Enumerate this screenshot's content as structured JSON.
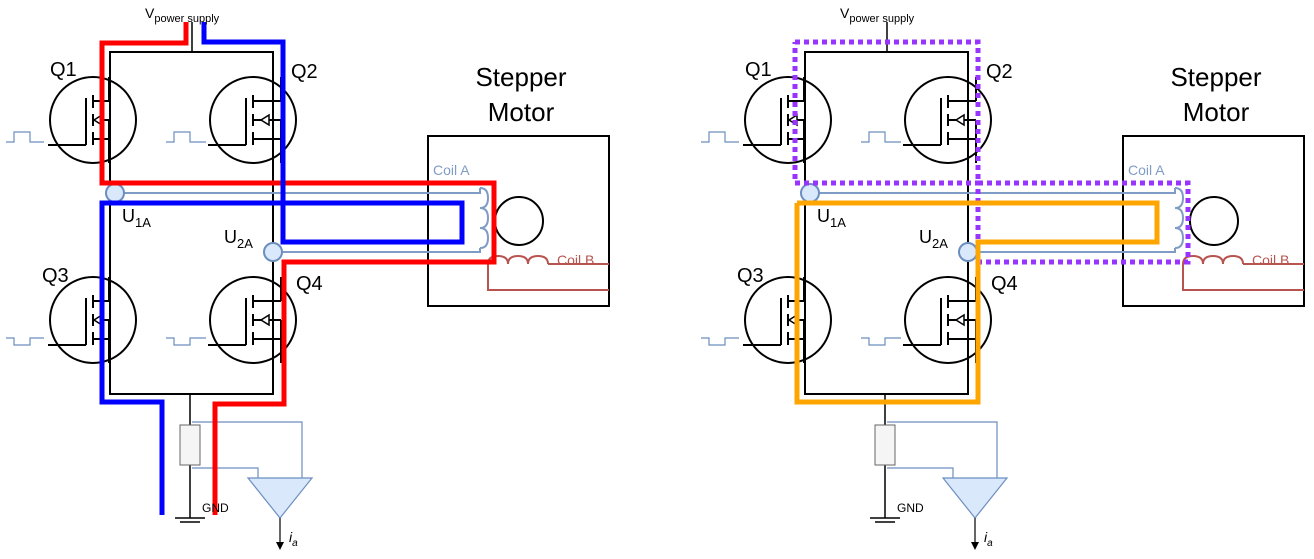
{
  "colors": {
    "wire": "#000000",
    "coil_a": "#7f9cc6",
    "coil_b": "#b85450",
    "node_fill": "#dae8fc",
    "path_red": "#ff0000",
    "path_blue": "#0000ff",
    "path_orange": "#ffa500",
    "path_purple": "#9933ff",
    "sense": "#6c8ebf"
  },
  "panels": [
    {
      "supply_main": "V",
      "supply_sub": "power supply",
      "q1": "Q1",
      "q2": "Q2",
      "q3": "Q3",
      "q4": "Q4",
      "u1": "U",
      "u1_sub": "1A",
      "u2": "U",
      "u2_sub": "2A",
      "motor_line1": "Stepper",
      "motor_line2": "Motor",
      "coil_a": "Coil A",
      "coil_b": "Coil B",
      "gnd": "GND",
      "ia": "i",
      "ia_sub": "a"
    },
    {
      "supply_main": "V",
      "supply_sub": "power supply",
      "q1": "Q1",
      "q2": "Q2",
      "q3": "Q3",
      "q4": "Q4",
      "u1": "U",
      "u1_sub": "1A",
      "u2": "U",
      "u2_sub": "2A",
      "motor_line1": "Stepper",
      "motor_line2": "Motor",
      "coil_a": "Coil A",
      "coil_b": "Coil B",
      "gnd": "GND",
      "ia": "i",
      "ia_sub": "a"
    }
  ]
}
